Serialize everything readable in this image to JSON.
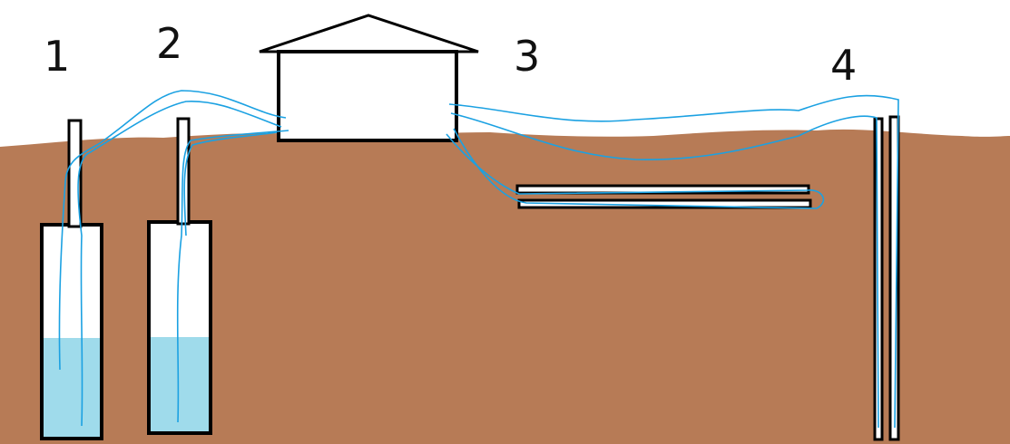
{
  "labels": [
    "1",
    "2",
    "3",
    "4"
  ],
  "colors": {
    "ground": "#b77b56",
    "water": "#9fdbeb",
    "pipe": "#1ba1e2",
    "outline": "#000000",
    "background": "#ffffff"
  }
}
